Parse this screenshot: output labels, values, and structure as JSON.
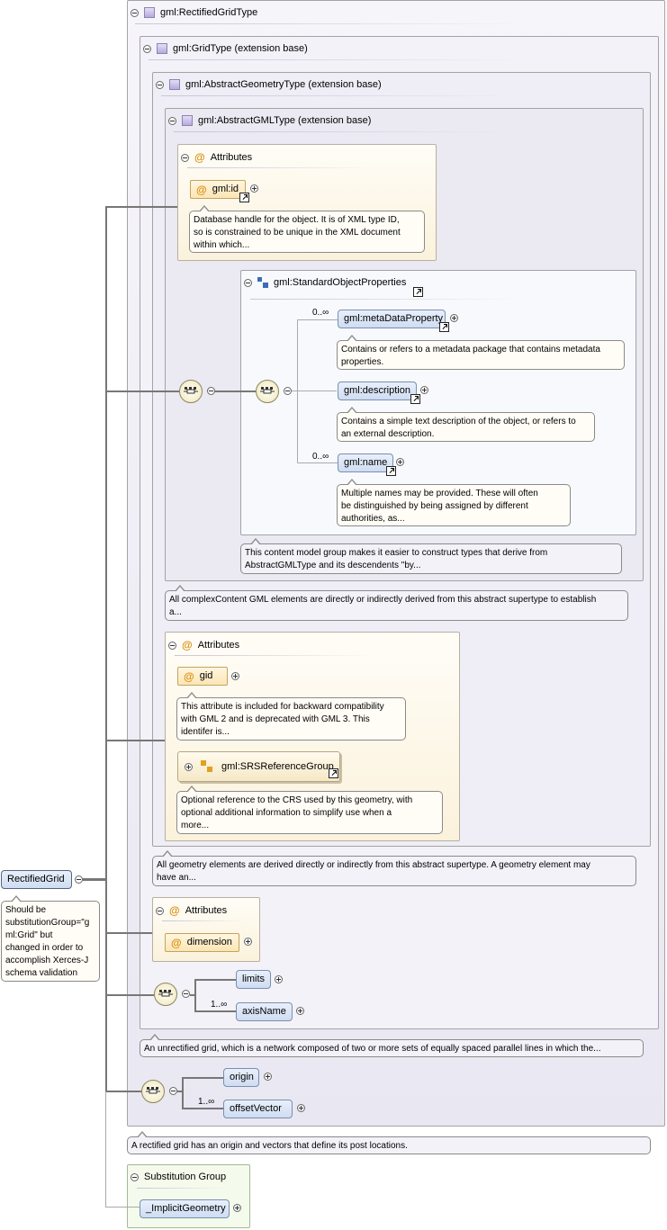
{
  "root_element": {
    "name": "RectifiedGrid",
    "note": "Should be\nsubstitutionGroup=\"g\nml:Grid\" but\nchanged in order to\naccomplish Xerces-J\nschema validation"
  },
  "types": {
    "rectified_grid_type": "gml:RectifiedGridType",
    "grid_type": "gml:GridType (extension base)",
    "abstract_geometry_type": "gml:AbstractGeometryType (extension base)",
    "abstract_gml_type": "gml:AbstractGMLType (extension base)"
  },
  "gml_attrs": {
    "header": "Attributes",
    "id_label": "gml:id",
    "id_note": "Database handle for the object. It is of XML type ID,\nso is constrained to be unique in the XML document\nwithin which..."
  },
  "standard_object_properties": {
    "title": "gml:StandardObjectProperties",
    "elements": [
      {
        "name": "gml:metaDataProperty",
        "card": "0..∞",
        "note": "Contains or refers to a metadata package that contains metadata\nproperties."
      },
      {
        "name": "gml:description",
        "card": "",
        "note": "Contains a simple text description of the object, or refers to\nan external description."
      },
      {
        "name": "gml:name",
        "card": "0..∞",
        "note": "Multiple names may be provided. These will often\nbe distinguished by being assigned by different\nauthorities, as..."
      }
    ],
    "group_note": "This content model group makes it easier to construct types that derive from\nAbstractGMLType and its descendents \"by..."
  },
  "abstract_gml_note": "All complexContent GML elements are directly or indirectly derived from this abstract supertype to establish\na...",
  "geometry_attrs": {
    "header": "Attributes",
    "gid_label": "gid",
    "gid_note": "This attribute is included for backward compatibility\nwith GML 2 and is deprecated with GML 3. This\nidentifer is...",
    "srs_group": "gml:SRSReferenceGroup",
    "srs_note": "Optional reference to the CRS used by this geometry, with\noptional additional information to simplify use when a\nmore..."
  },
  "abstract_geometry_note": "All geometry elements are derived directly or indirectly from this abstract supertype. A geometry element may\nhave an...",
  "grid_attrs": {
    "header": "Attributes",
    "dimension_label": "dimension"
  },
  "grid_sequence": {
    "limits": "limits",
    "axis_name": "axisName",
    "axis_card": "1..∞"
  },
  "grid_type_note": "An unrectified grid, which is a network composed of two or more sets of equally spaced parallel lines in which the...",
  "rectified_sequence": {
    "origin": "origin",
    "offset_vector": "offsetVector",
    "offset_card": "1..∞"
  },
  "rectified_grid_note": "A rectified grid has an origin and vectors that define its post locations.",
  "substitution": {
    "header": "Substitution Group",
    "member": "_ImplicitGeometry"
  },
  "colors": {
    "type_fill": "#e9e7f1",
    "attr_fill": "#fbf2dc",
    "element_fill": "#cfdcf2",
    "substitution_fill": "#f4fbec"
  }
}
